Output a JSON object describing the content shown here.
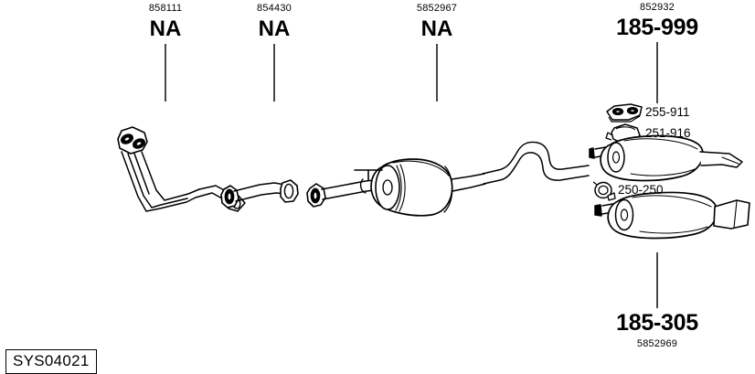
{
  "diagram": {
    "system_code": "SYS04021",
    "background_color": "#ffffff",
    "line_color": "#000000"
  },
  "top_labels": [
    {
      "ref": "858111",
      "value": "NA",
      "part": "front-pipe"
    },
    {
      "ref": "854430",
      "value": "NA",
      "part": "connecting-pipe"
    },
    {
      "ref": "5852967",
      "value": "NA",
      "part": "centre-silencer"
    },
    {
      "ref": "852932",
      "value": "185-999",
      "part": "rear-silencer-upper"
    }
  ],
  "bottom_labels": [
    {
      "value": "185-305",
      "ref": "5852969",
      "part": "rear-silencer-lower"
    }
  ],
  "callouts": [
    {
      "value": "255-911",
      "icon": "gasket-clamp-icon"
    },
    {
      "value": "251-916",
      "icon": "seal-ring-icon"
    },
    {
      "value": "250-250",
      "icon": "pipe-clamp-icon"
    }
  ]
}
